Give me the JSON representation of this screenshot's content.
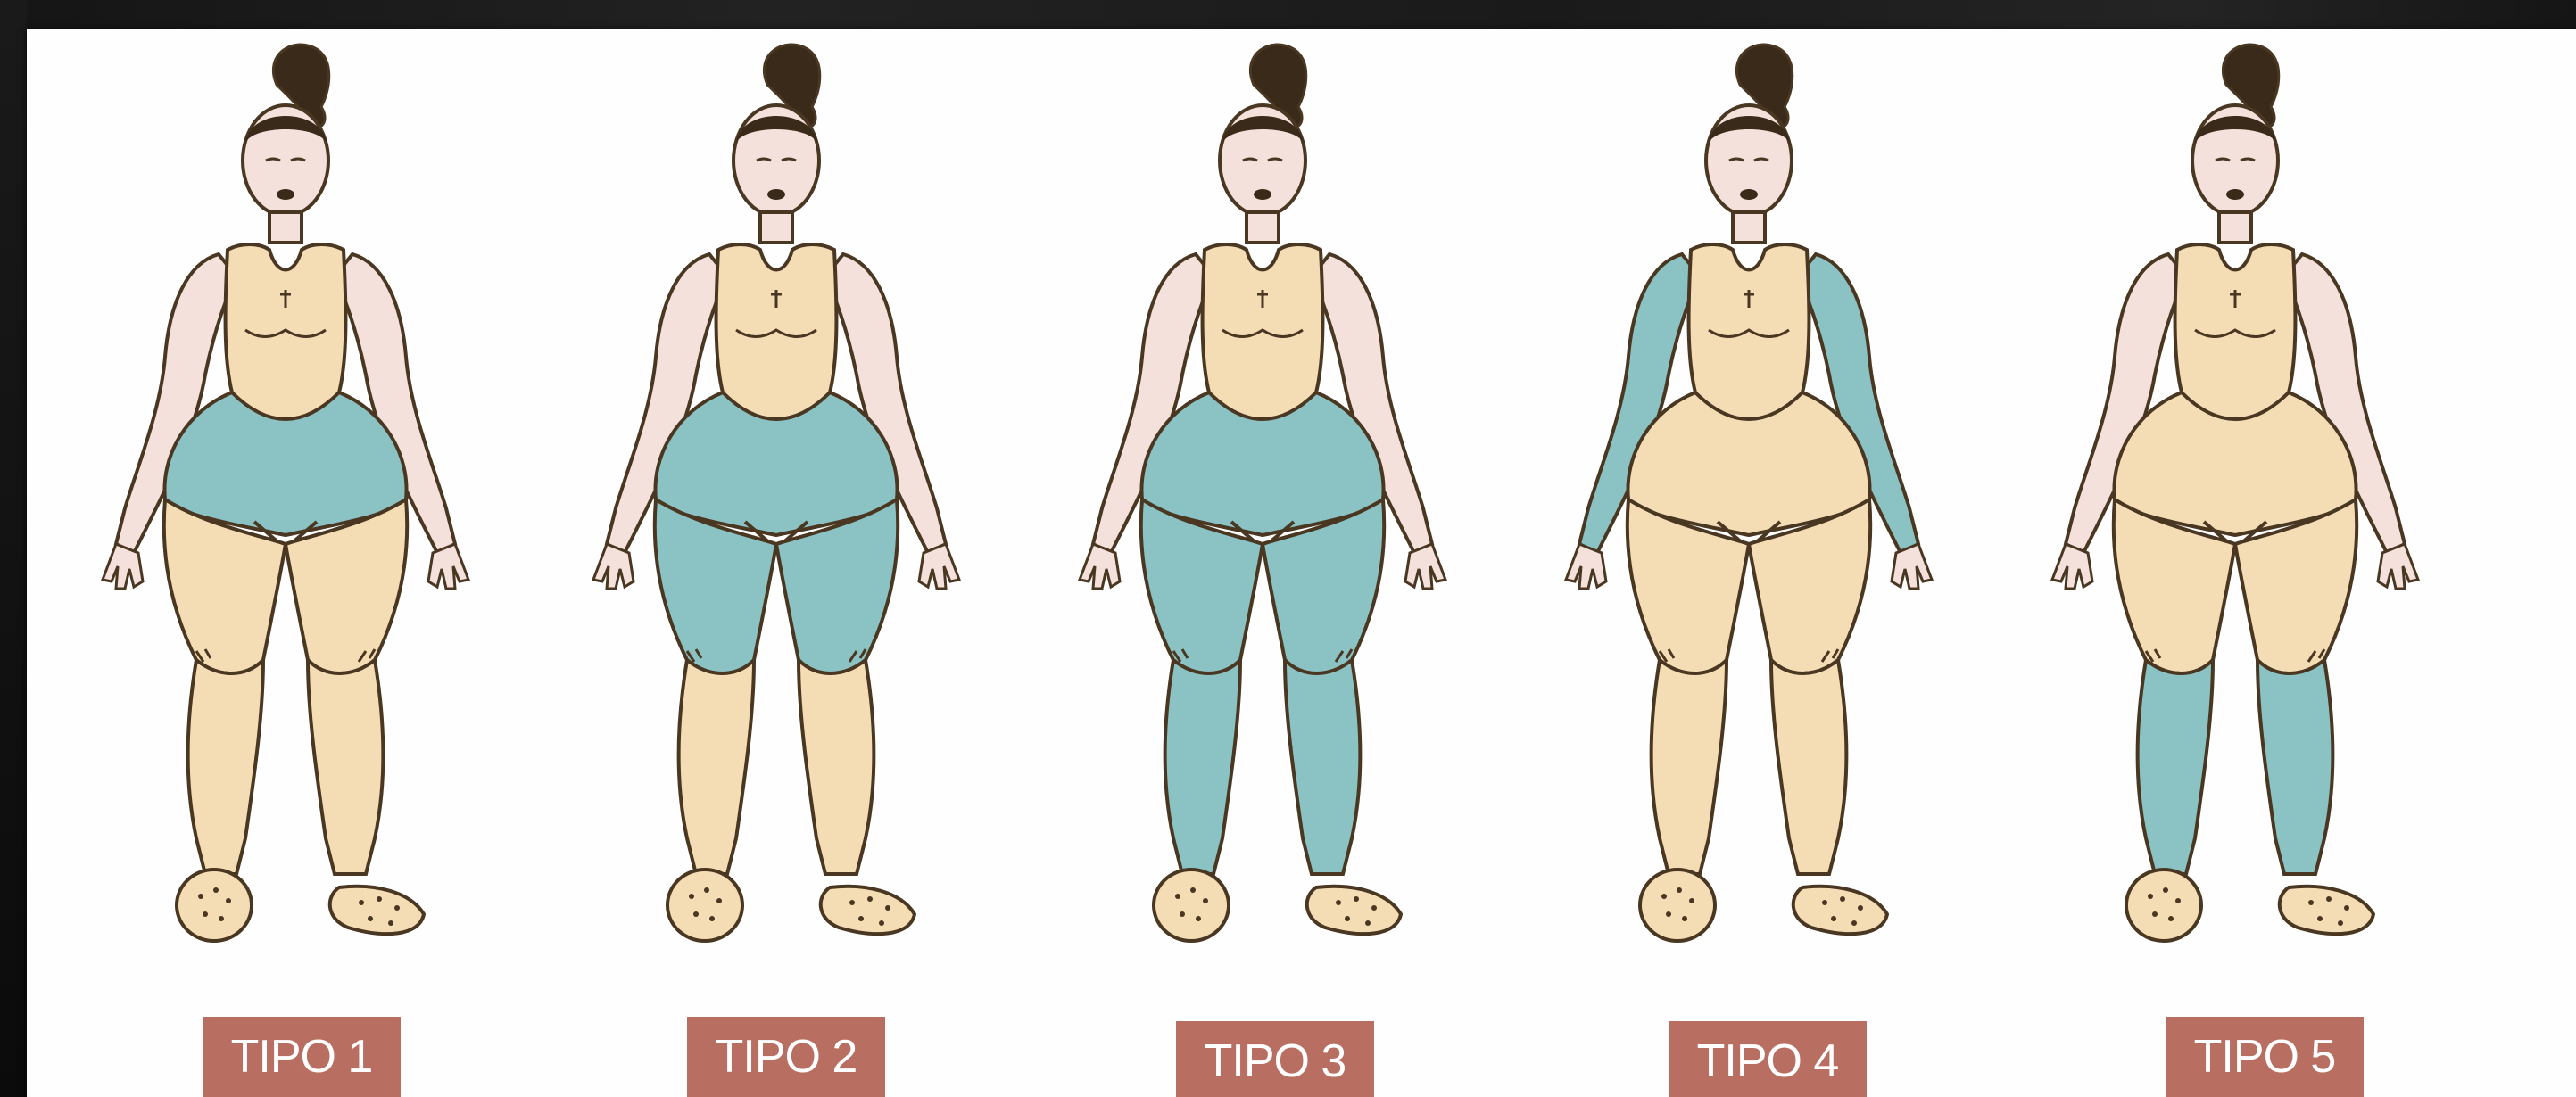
{
  "figures": [
    {
      "label": "TIPO 1",
      "highlight": "hips"
    },
    {
      "label": "TIPO 2",
      "highlight": "hips-thighs"
    },
    {
      "label": "TIPO 3",
      "highlight": "full-legs"
    },
    {
      "label": "TIPO 4",
      "highlight": "arms"
    },
    {
      "label": "TIPO 5",
      "highlight": "calves"
    }
  ],
  "colors": {
    "skin": "#f5e1dc",
    "base": "#f4ddb5",
    "highlight": "#8bc2c3",
    "outline": "#4a3722",
    "label_bg": "#b86f62",
    "hair": "#3a2a1a"
  }
}
